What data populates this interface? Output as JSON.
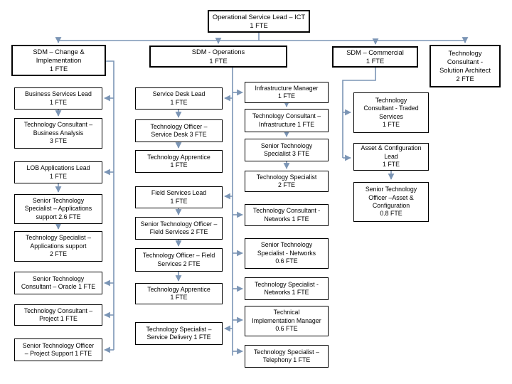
{
  "org": {
    "root": "Operational Service Lead – ICT\n1 FTE",
    "level2": {
      "change": "SDM – Change &\nImplementation\n1 FTE",
      "operations": "SDM - Operations\n1 FTE",
      "commercial": "SDM – Commercial\n1 FTE",
      "solution_architect": "Technology\nConsultant -\nSolution Architect\n2 FTE"
    },
    "change_team": [
      "Business Services Lead\n1 FTE",
      "Technology Consultant –\nBusiness Analysis\n3 FTE",
      "LOB Applications Lead\n1 FTE",
      "Senior Technology\nSpecialist – Applications\nsupport  2.6 FTE",
      "Technology Specialist –\nApplications support\n2 FTE",
      "Senior Technology\nConsultant – Oracle 1 FTE",
      "Technology Consultant –\nProject 1  FTE",
      "Senior Technology Officer\n– Project Support 1 FTE"
    ],
    "operations_left_team": [
      "Service Desk Lead\n1 FTE",
      "Technology Officer –\nService Desk  3 FTE",
      "Technology Apprentice\n1 FTE",
      "Field Services  Lead\n1 FTE",
      "Senior Technology Officer –\nField Services  2 FTE",
      "Technology Officer –  Field\nServices  2 FTE",
      "Technology Apprentice\n1 FTE",
      "Technology Specialist –\nService  Delivery 1 FTE"
    ],
    "operations_right_team": [
      "Infrastructure Manager\n1 FTE",
      "Technology Consultant –\nInfrastructure 1  FTE",
      "Senior Technology\nSpecialist  3 FTE",
      "Technology Specialist\n2 FTE",
      "Technology Consultant -\nNetworks  1  FTE",
      "Senior Technology\nSpecialist -  Networks\n0.6 FTE",
      "Technology Specialist -\nNetworks 1  FTE",
      "Technical\nImplementation Manager\n0.6 FTE",
      "Technology Specialist –\nTelephony 1  FTE"
    ],
    "commercial_team": [
      "Technology\nConsultant -  Traded\nServices\n1 FTE",
      "Asset & Configuration\nLead\n1 FTE",
      "Senior Technology\nOfficer –Asset &\nConfiguration\n0.8 FTE"
    ]
  },
  "colors": {
    "connector": "#7b95b5",
    "box_border": "#000000",
    "background": "#ffffff"
  }
}
